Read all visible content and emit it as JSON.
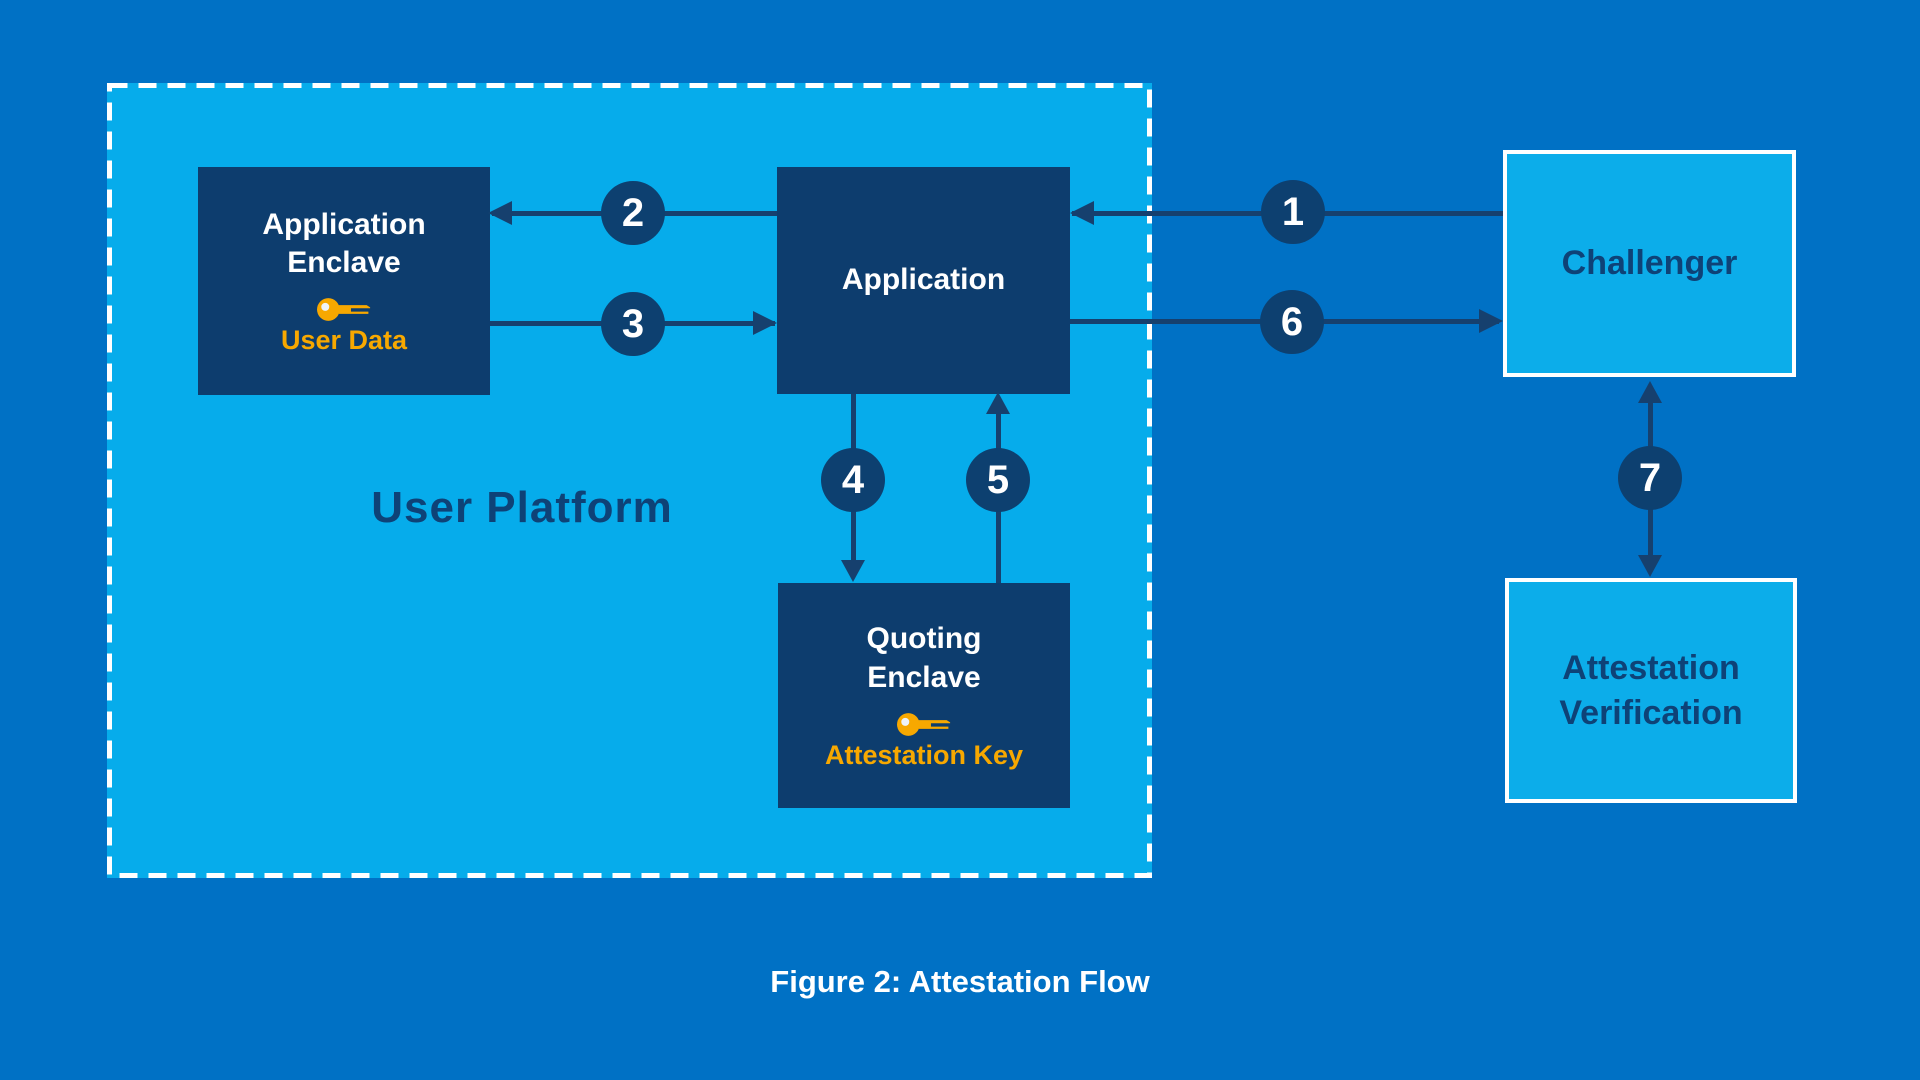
{
  "colors": {
    "background": "#0071c5",
    "platform_fill": "#06aceb",
    "box_navy": "#0d3d6e",
    "badge_navy": "#0d4070",
    "arrow_navy": "#16406e",
    "accent_orange": "#f7a800",
    "label_navy": "#0e4277",
    "border_white": "#ffffff",
    "text_white": "#ffffff"
  },
  "user_platform": {
    "label": "User Platform"
  },
  "boxes": {
    "application_enclave": {
      "line1": "Application",
      "line2": "Enclave",
      "key_icon": "key-icon",
      "key_label": "User Data"
    },
    "application": {
      "label": "Application"
    },
    "quoting_enclave": {
      "line1": "Quoting",
      "line2": "Enclave",
      "key_icon": "key-icon",
      "key_label": "Attestation Key"
    },
    "challenger": {
      "label": "Challenger"
    },
    "attestation_verification": {
      "line1": "Attestation",
      "line2": "Verification"
    }
  },
  "steps": [
    "1",
    "2",
    "3",
    "4",
    "5",
    "6",
    "7"
  ],
  "caption": "Figure 2: Attestation Flow"
}
